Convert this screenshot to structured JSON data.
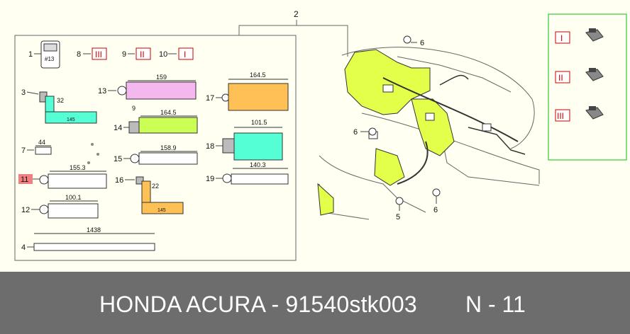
{
  "diagram": {
    "callout_main": "2",
    "callout_6": "6",
    "callout_5": "5",
    "parts": [
      {
        "num": "1",
        "label": "#13"
      },
      {
        "num": "3",
        "dim1": "32",
        "dim2": "145"
      },
      {
        "num": "4",
        "dim": "1438"
      },
      {
        "num": "7",
        "dim": "44"
      },
      {
        "num": "8",
        "roman": "III"
      },
      {
        "num": "9",
        "roman": "II"
      },
      {
        "num": "10",
        "roman": "I"
      },
      {
        "num": "11",
        "dim": "155.3"
      },
      {
        "num": "12",
        "dim": "100.1"
      },
      {
        "num": "13",
        "dim": "159"
      },
      {
        "num": "14",
        "dim1": "9",
        "dim2": "164.5"
      },
      {
        "num": "15",
        "dim": "158.9"
      },
      {
        "num": "16",
        "dim1": "22",
        "dim2": "145"
      },
      {
        "num": "17",
        "dim": "164.5"
      },
      {
        "num": "18",
        "dim": "101.5"
      },
      {
        "num": "19",
        "dim": "140.3"
      }
    ],
    "legend": [
      {
        "roman": "I"
      },
      {
        "roman": "II"
      },
      {
        "roman": "III"
      }
    ],
    "colors": {
      "background": "#fffff2",
      "harness": "#e4ff4a",
      "pink": "#f4b8ee",
      "green": "#ccff55",
      "orange": "#ffc055",
      "cyan": "#55ffd6",
      "roman_red": "#cc0000",
      "highlight": "#f08080",
      "legend_border": "#33cc33",
      "footer_bg": "#6d6d6d"
    }
  },
  "footer": {
    "title": "HONDA ACURA - 91540stk003",
    "code": "N - 11"
  }
}
